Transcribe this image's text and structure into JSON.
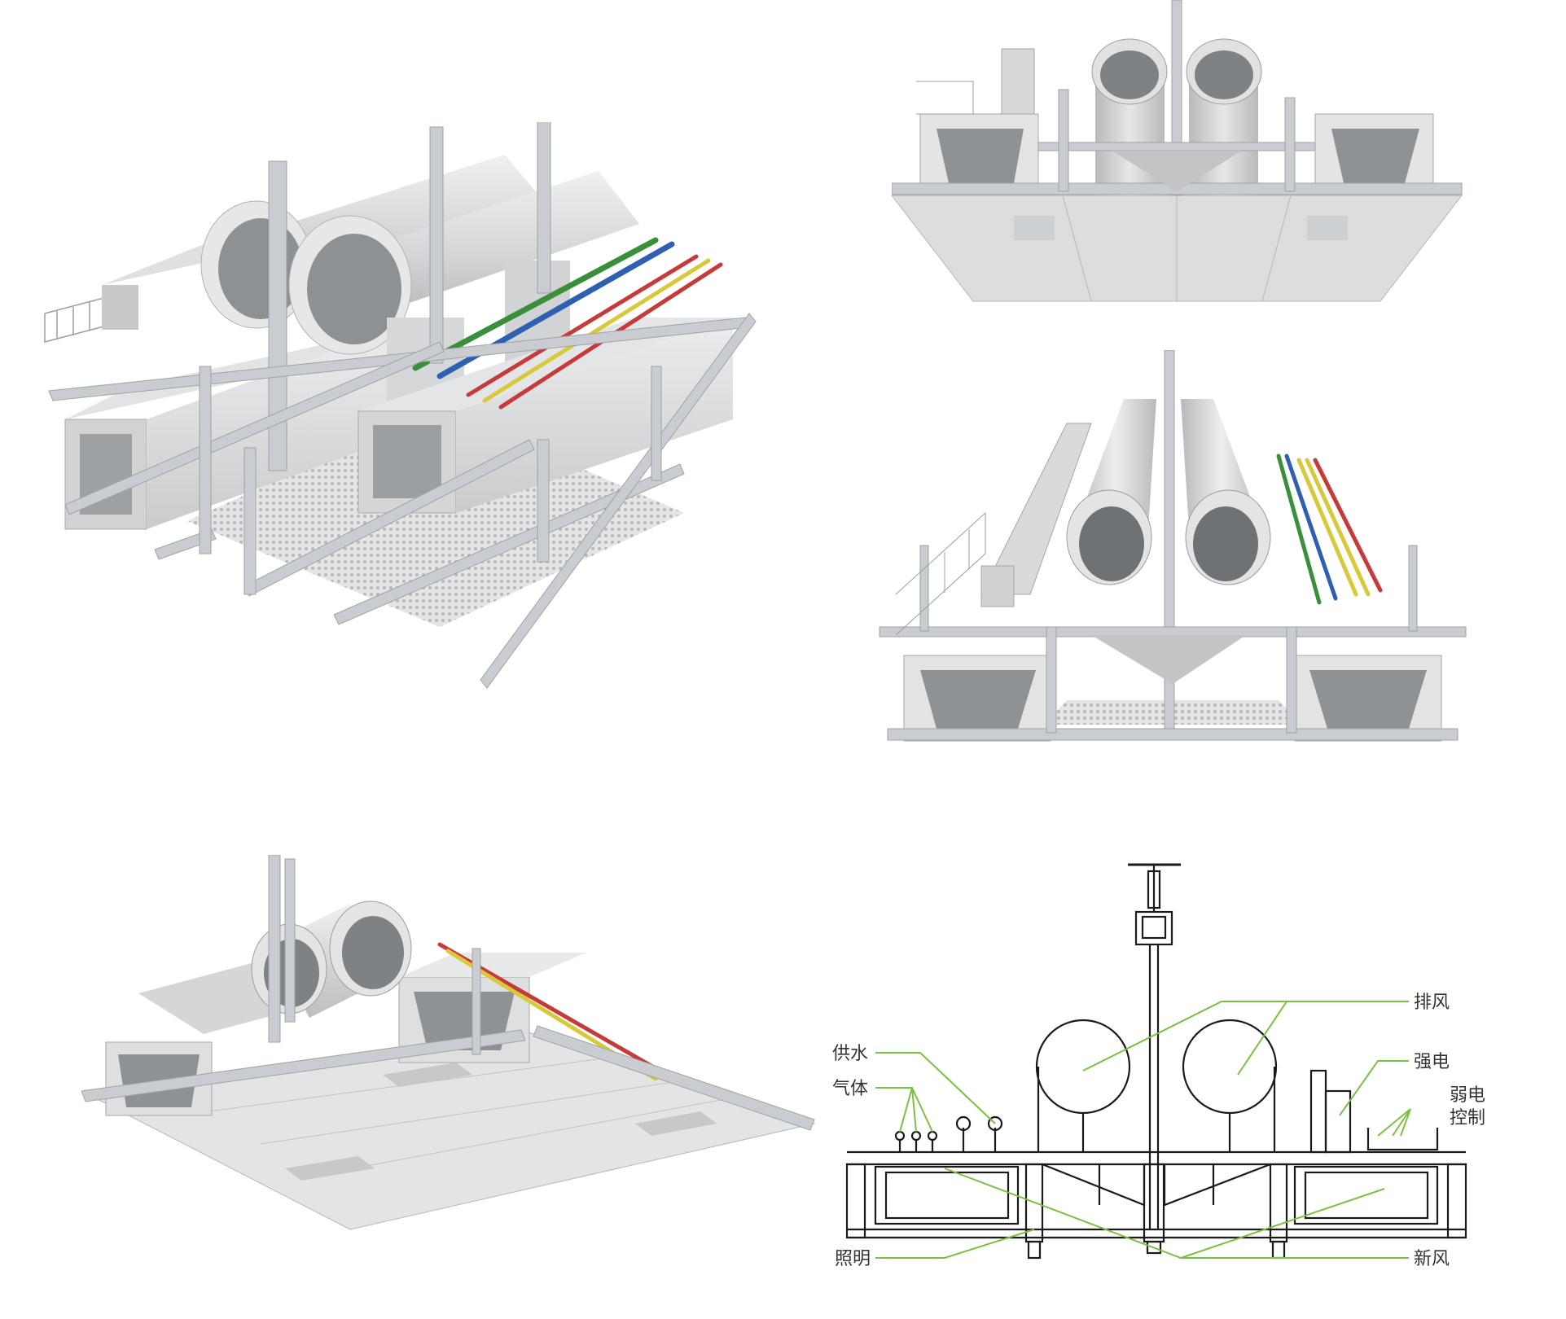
{
  "colors": {
    "aluminum": "#c9ccd0",
    "duct": "#dadcde",
    "pipe_green": "#3a8f3a",
    "pipe_blue": "#2f5fb3",
    "pipe_red": "#c83a3a",
    "pipe_yellow": "#d8c93a",
    "leader_line": "#7ac143"
  },
  "diagram": {
    "labels": {
      "exhaust": "排风",
      "water_supply": "供水",
      "gas": "气体",
      "strong_power": "强电",
      "weak_power_line1": "弱电",
      "weak_power_line2": "控制",
      "lighting": "照明",
      "fresh_air": "新风"
    }
  }
}
